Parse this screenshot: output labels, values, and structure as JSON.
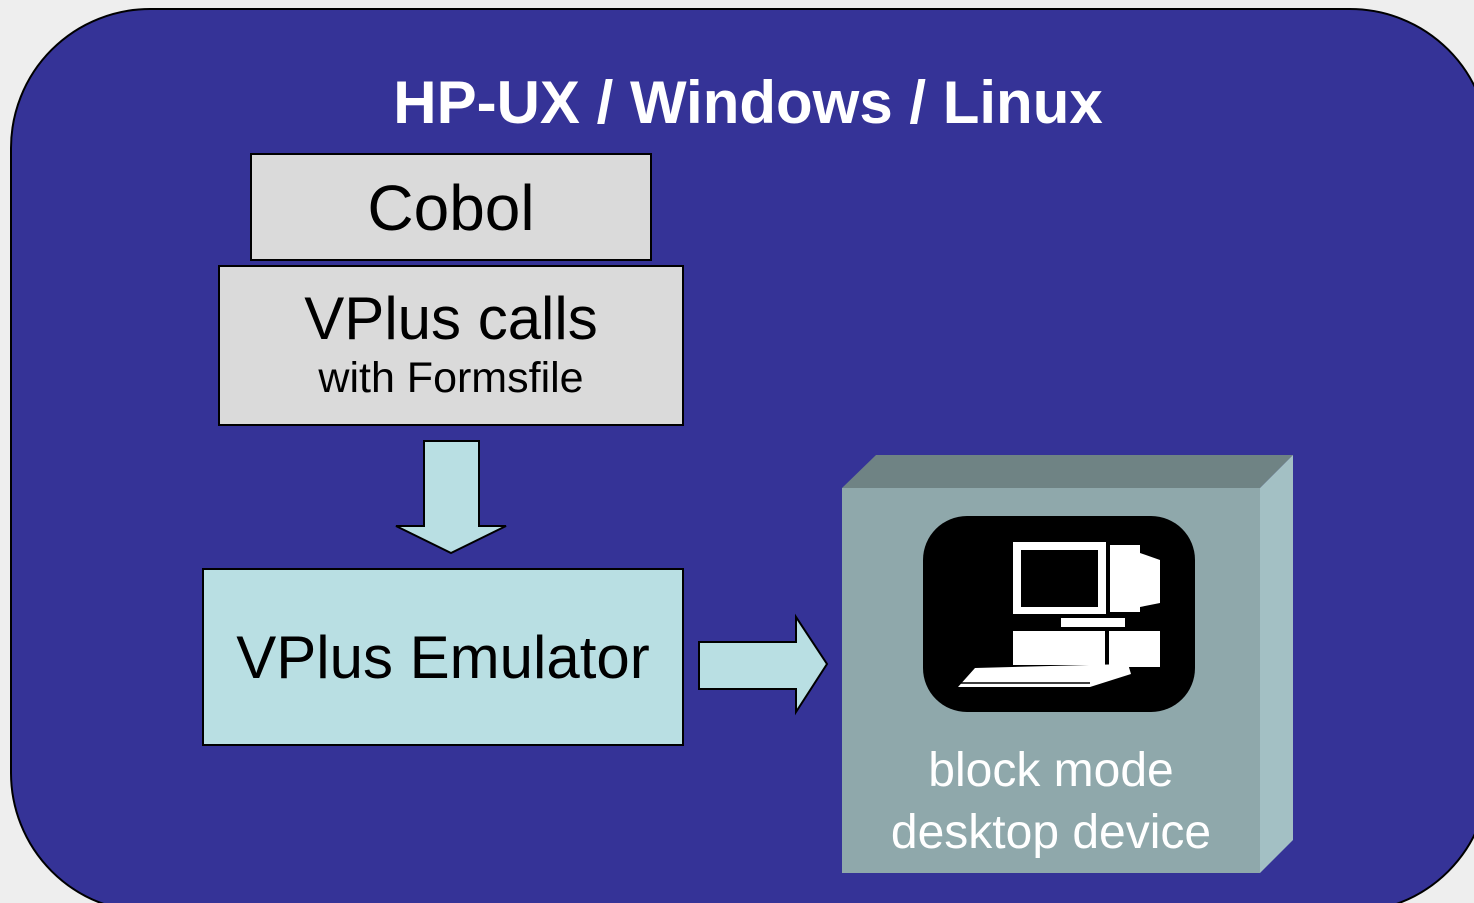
{
  "platform": {
    "title": "HP-UX / Windows / Linux"
  },
  "layers": {
    "cobol": "Cobol",
    "vplus_calls": "VPlus calls",
    "vplus_calls_sub": "with Formsfile",
    "emulator": "VPlus Emulator"
  },
  "device": {
    "label_line1": "block mode",
    "label_line2": "desktop device",
    "icon": "desktop-computer-icon"
  },
  "colors": {
    "platform_background": "#353397",
    "layer_gray": "#dadada",
    "emulator_cyan": "#b9dfe3",
    "arrow_fill": "#b9dfe3",
    "device_front": "#8fa8ab",
    "device_top": "#6f8384",
    "device_side": "#a3c0c4",
    "title_text": "#ffffff"
  }
}
